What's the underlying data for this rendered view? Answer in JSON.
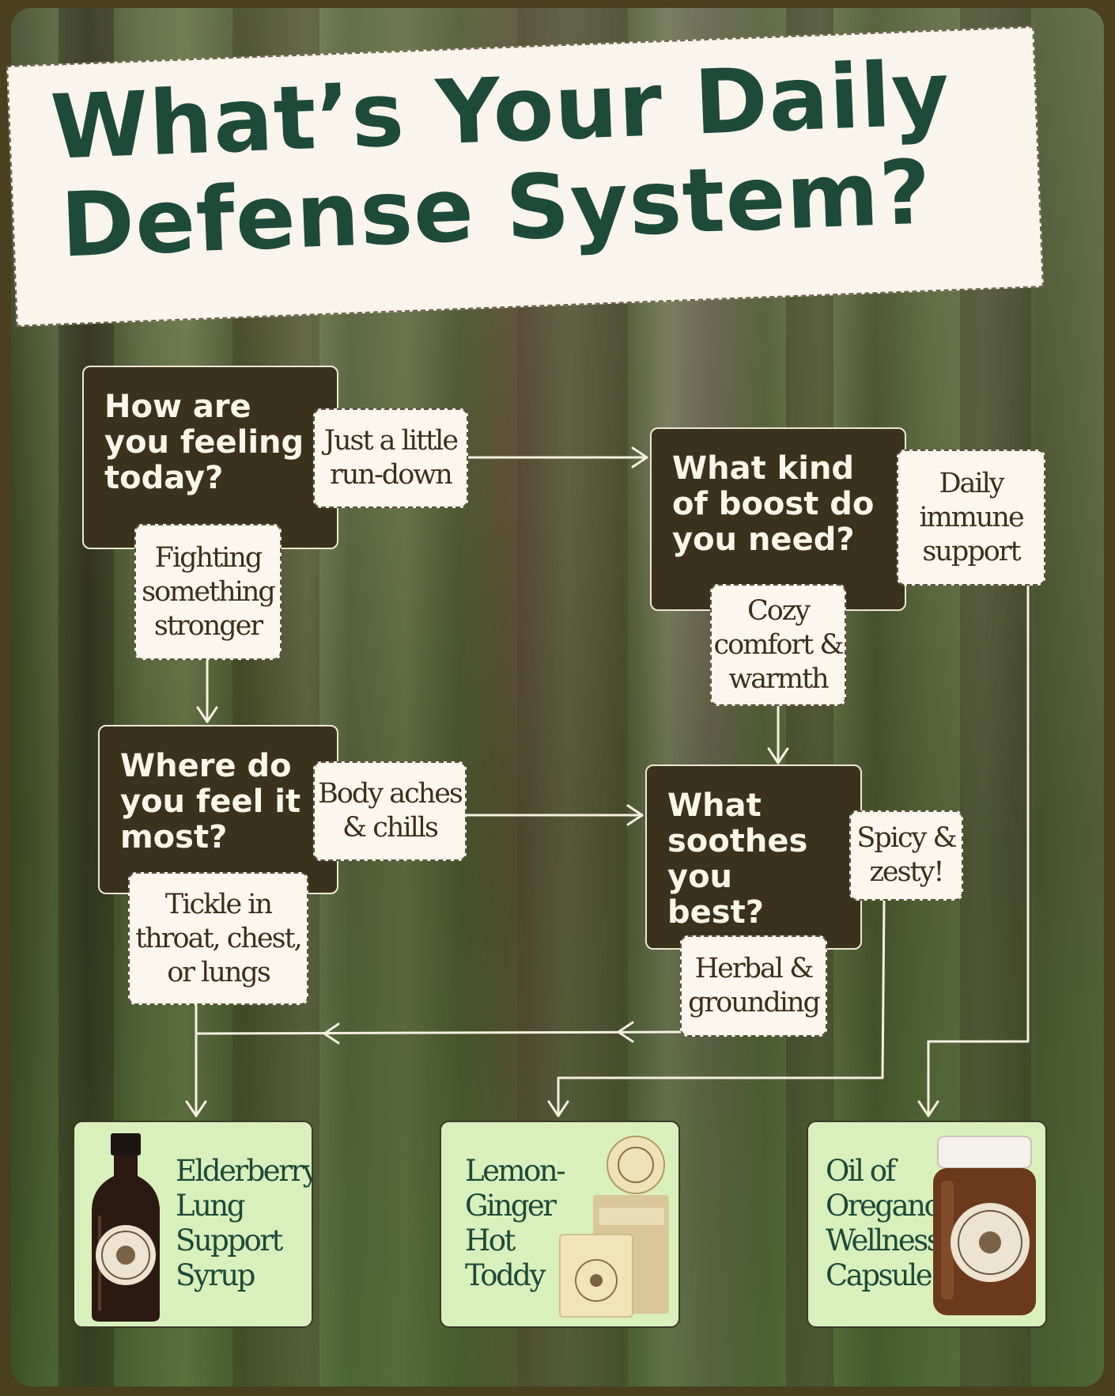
{
  "title": {
    "line1": "What’s Your Daily",
    "line2": "Defense System?"
  },
  "questions": {
    "feeling": "How are you feeling today?",
    "where": "Where do you feel it most?",
    "boost": "What kind of boost do you need?",
    "soothes": "What soothes you best?"
  },
  "answers": {
    "run_down": "Just a little\nrun-down",
    "fighting": "Fighting\nsomething\nstronger",
    "body_aches": "Body aches\n& chills",
    "tickle": "Tickle in\nthroat, chest,\nor lungs",
    "daily_immune": "Daily\nimmune\nsupport",
    "cozy": "Cozy\ncomfort &\nwarmth",
    "spicy": "Spicy &\nzesty!",
    "herbal": "Herbal &\ngrounding"
  },
  "products": {
    "elderberry": "Elderberry\nLung\nSupport\nSyrup",
    "toddy": "Lemon-\nGinger\nHot\nToddy",
    "oregano": "Oil of\nOregano\nWellness\nCapsule"
  },
  "colors": {
    "title_green": "#1e4a3a",
    "question_bg": "#3b321d",
    "answer_bg": "#fbf7ee",
    "product_bg": "#d9f0bd",
    "banner_bg": "#faf5ec"
  }
}
